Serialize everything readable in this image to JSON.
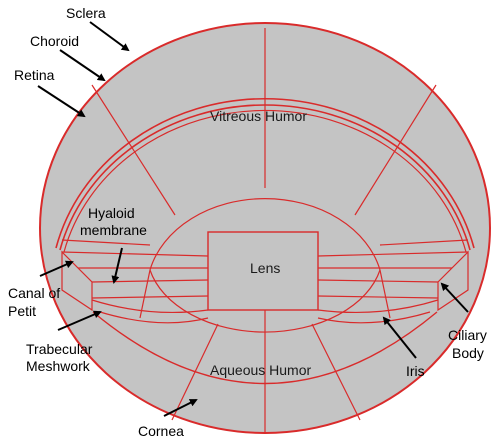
{
  "colors": {
    "background": "#ffffff",
    "tissue_fill": "#c4c4c4",
    "mesh_line": "#d92b2b",
    "arrow": "#000000",
    "text": "#000000"
  },
  "regions": {
    "vitreous": "Vitreous Humor",
    "lens": "Lens",
    "aqueous": "Aqueous Humor"
  },
  "callouts": {
    "sclera": "Sclera",
    "choroid": "Choroid",
    "retina": "Retina",
    "hyaloid_line1": "Hyaloid",
    "hyaloid_line2": "membrane",
    "canal_line1": "Canal of",
    "canal_line2": "Petit",
    "trabecular_line1": "Trabecular",
    "trabecular_line2": "Meshwork",
    "iris": "Iris",
    "ciliary_line1": "Ciliary",
    "ciliary_line2": "Body",
    "cornea": "Cornea"
  }
}
